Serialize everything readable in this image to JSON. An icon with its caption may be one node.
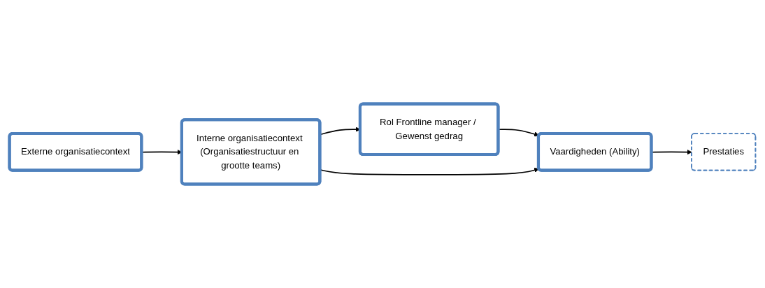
{
  "diagram": {
    "nodes": [
      {
        "text": [
          "Rol Frontline manager / Gewenst gedrag"
        ]
      },
      {
        "text": [
          "Vaardigheden (Ability)"
        ]
      },
      {
        "text": [
          "Prestaties"
        ]
      },
      {
        "text": [
          "Externe organisatiecontext"
        ]
      },
      {
        "text": [
          "Interne organisatiecontext (Organisatiestructuur en grootte teams)"
        ]
      }
    ],
    "edges": [
      {
        "from": 0,
        "to": 1,
        "arrow": "to"
      },
      {
        "from": 1,
        "to": 2,
        "arrow": "to"
      },
      {
        "from": 3,
        "to": 4,
        "arrow": "to"
      },
      {
        "from": 4,
        "to": 0,
        "arrow": "to"
      },
      {
        "from": 4,
        "to": 1,
        "arrow": "to"
      }
    ]
  }
}
